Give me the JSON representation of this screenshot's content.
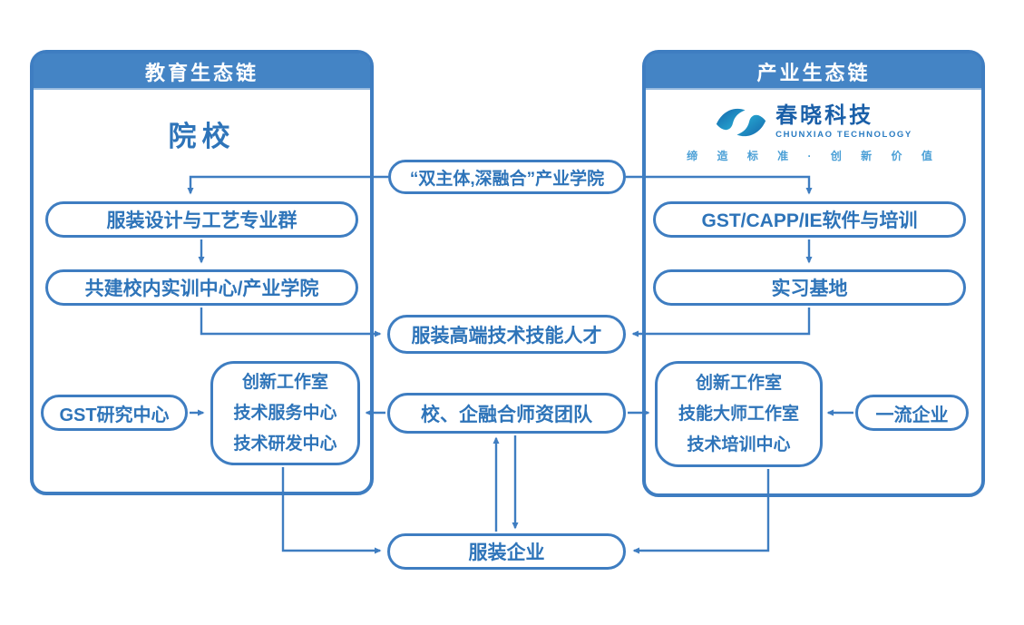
{
  "colors": {
    "line": "#3E7DC1",
    "header_bg": "#4484C5",
    "text": "#2E74B9",
    "logo_dark": "#1A5FA8",
    "logo_teal": "#29AED6",
    "logo_sub": "#2A7CC2",
    "tagline": "#4A9FD6"
  },
  "panels": {
    "education": {
      "title": "教育生态链",
      "heading": "院校"
    },
    "industry": {
      "title": "产业生态链",
      "logo": {
        "name": "春晓科技",
        "en": "CHUNXIAO TECHNOLOGY",
        "tagline": "缔 造 标 准 · 创 新 价 值"
      }
    }
  },
  "nodes": {
    "industry_college": "“双主体,深融合”产业学院",
    "major_group": "服装设计与工艺专业群",
    "campus_training": "共建校内实训中心/产业学院",
    "talent": "服装高端技术技能人才",
    "teacher_team": "校、企融合师资团队",
    "gst_research": "GST研究中心",
    "left_centers": [
      "创新工作室",
      "技术服务中心",
      "技术研发中心"
    ],
    "software_training": "GST/CAPP/IE软件与培训",
    "internship_base": "实习基地",
    "right_centers": [
      "创新工作室",
      "技能大师工作室",
      "技术培训中心"
    ],
    "top_enterprise": "一流企业",
    "garment_enterprise": "服装企业"
  }
}
